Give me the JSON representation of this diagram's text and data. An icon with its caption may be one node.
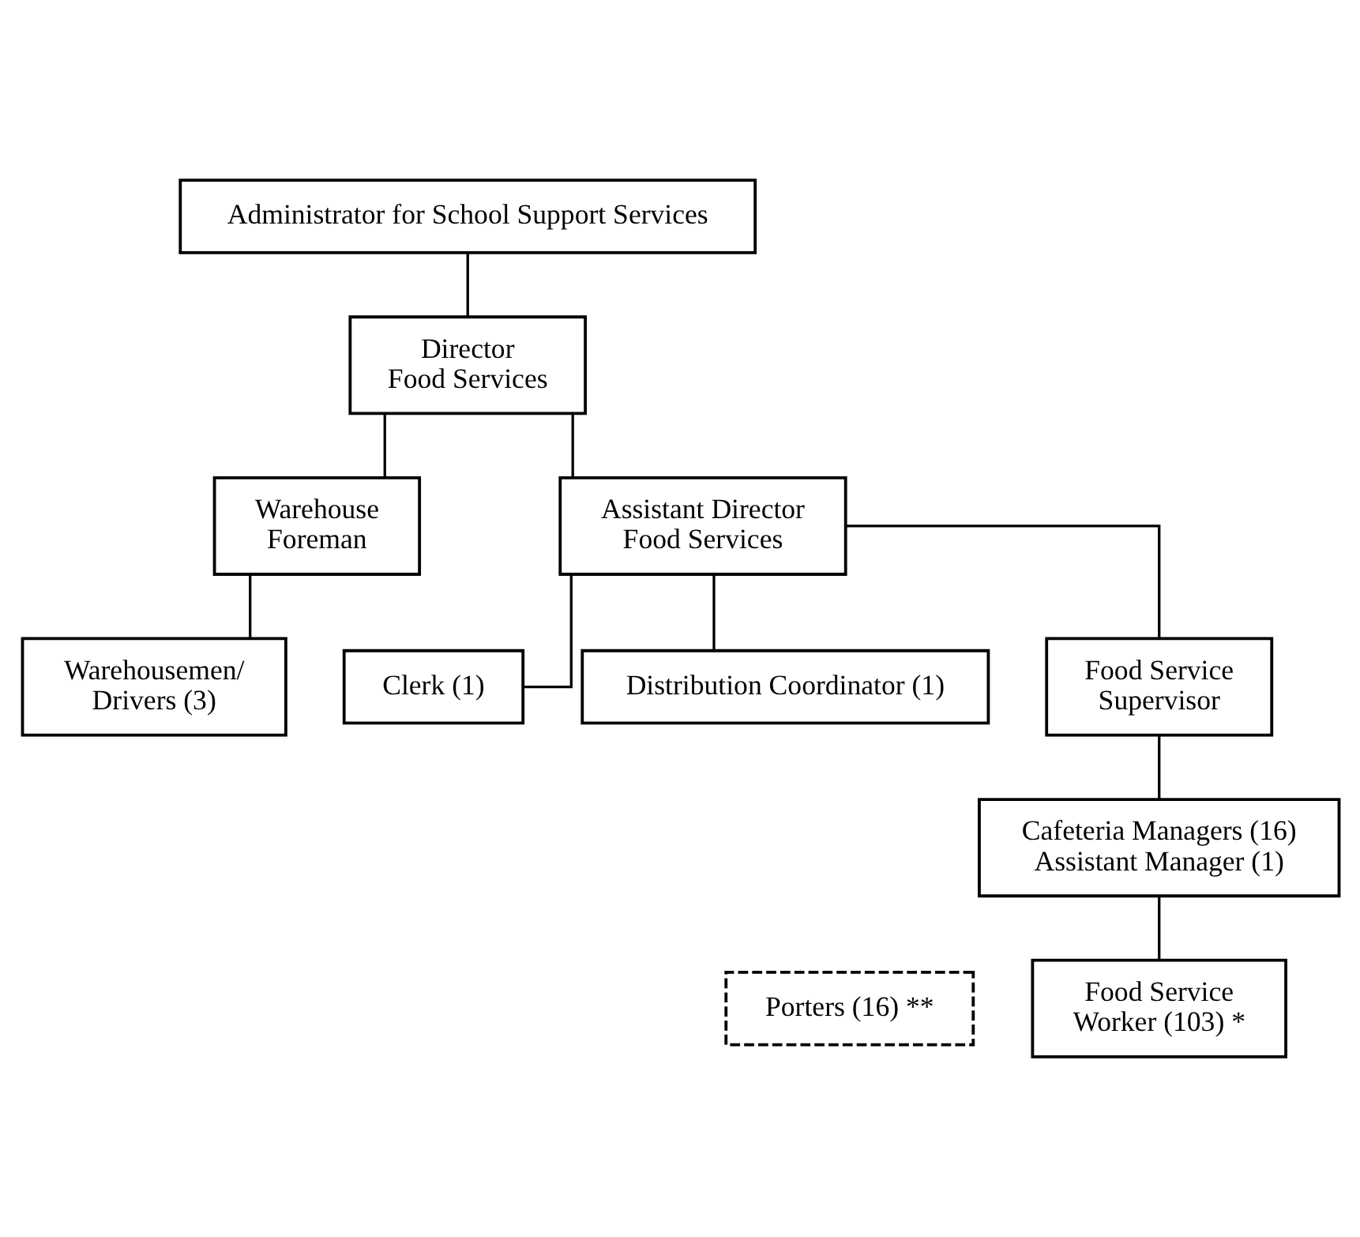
{
  "diagram": {
    "nodes": [
      {
        "text": [
          "Administrator for School Support Services"
        ]
      },
      {
        "text": [
          "Director Food Services"
        ]
      },
      {
        "text": [
          "Warehouse Foreman"
        ]
      },
      {
        "text": [
          "Assistant Director Food Services"
        ]
      },
      {
        "text": [
          "Warehousemen/ Drivers (3)"
        ]
      },
      {
        "text": [
          "Clerk (1)"
        ]
      },
      {
        "text": [
          "Distribution Coordinator (1)"
        ]
      },
      {
        "text": [
          "Food Service Supervisor"
        ]
      },
      {
        "text": [
          "Cafeteria Managers (16) Assistant Manager (1)"
        ]
      },
      {
        "text": [
          "Porters (16) **"
        ]
      },
      {
        "text": [
          "Food Service Worker (103) *"
        ]
      }
    ],
    "edges": [
      {
        "from": 0,
        "to": 1,
        "arrow": "none"
      },
      {
        "from": 1,
        "to": 2,
        "arrow": "none"
      },
      {
        "from": 1,
        "to": 3,
        "arrow": "none"
      },
      {
        "from": 2,
        "to": 4,
        "arrow": "none"
      },
      {
        "from": 3,
        "to": 5,
        "arrow": "none"
      },
      {
        "from": 3,
        "to": 6,
        "arrow": "none"
      },
      {
        "from": 3,
        "to": 7,
        "arrow": "none"
      },
      {
        "from": 7,
        "to": 8,
        "arrow": "none"
      },
      {
        "from": 8,
        "to": 10,
        "arrow": "none"
      }
    ]
  }
}
